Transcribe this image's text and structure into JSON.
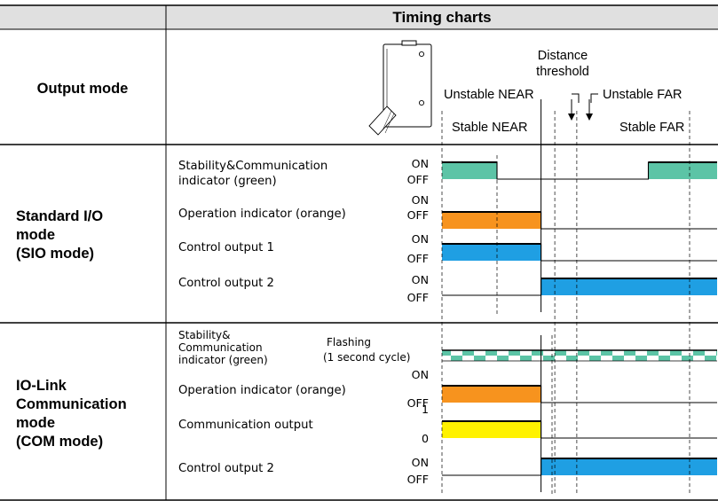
{
  "header": {
    "title": "Timing charts",
    "output_mode": "Output mode"
  },
  "zones": {
    "distance_threshold": [
      "Distance",
      "threshold"
    ],
    "unstable_near": "Unstable NEAR",
    "unstable_far": "Unstable FAR",
    "stable_near": "Stable NEAR",
    "stable_far": "Stable FAR"
  },
  "sio": {
    "mode_lines": [
      "Standard I/O",
      "mode",
      "(SIO mode)"
    ],
    "rows": [
      {
        "label_lines": [
          "Stability&Communication",
          "indicator (green)"
        ],
        "high": "ON",
        "low": "OFF",
        "color": "#5cc4a6",
        "on_segments": [
          [
            0,
            0.2
          ],
          [
            0.75,
            1
          ]
        ]
      },
      {
        "label_lines": [
          "Operation indicator (orange)"
        ],
        "high": "ON",
        "low": "OFF",
        "color": "#f7931e",
        "on_segments": [
          [
            0,
            0.36
          ]
        ]
      },
      {
        "label_lines": [
          "Control output 1"
        ],
        "high": "ON",
        "low": "OFF",
        "color": "#1f9fe3",
        "on_segments": [
          [
            0,
            0.36
          ]
        ]
      },
      {
        "label_lines": [
          "Control output 2"
        ],
        "high": "ON",
        "low": "OFF",
        "color": "#1f9fe3",
        "on_segments": [
          [
            0.36,
            1
          ]
        ]
      }
    ]
  },
  "com": {
    "mode_lines": [
      "IO-Link",
      "Communication",
      "mode",
      "(COM mode)"
    ],
    "flashing": [
      "Flashing",
      "(1 second cycle)"
    ],
    "rows": [
      {
        "label_lines": [
          "Stability&",
          "Communication",
          "indicator (green)"
        ],
        "high": "",
        "low": "",
        "color": "#5cc4a6",
        "flashing": true
      },
      {
        "label_lines": [
          "Operation indicator (orange)"
        ],
        "high": "ON",
        "low": "OFF",
        "color": "#f7931e",
        "on_segments": [
          [
            0,
            0.36
          ]
        ]
      },
      {
        "label_lines": [
          "Communication output"
        ],
        "high": "1",
        "low": "0",
        "color": "#fff200",
        "on_segments": [
          [
            0,
            0.36
          ]
        ]
      },
      {
        "label_lines": [
          "Control output 2"
        ],
        "high": "ON",
        "low": "OFF",
        "color": "#1f9fe3",
        "on_segments": [
          [
            0.36,
            1
          ]
        ]
      }
    ]
  }
}
